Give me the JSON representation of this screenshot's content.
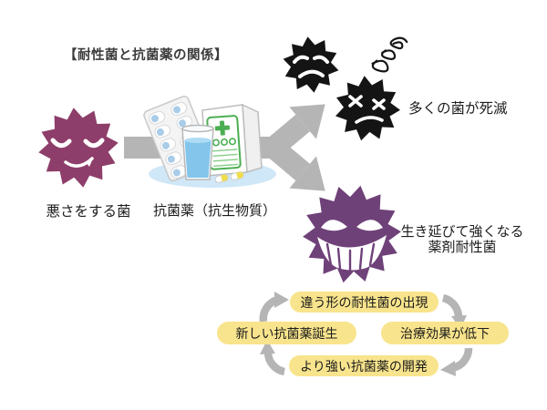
{
  "title": "【耐性菌と抗菌薬の関係】",
  "flow": {
    "bad_bacteria_label": "悪さをする菌",
    "antibiotic_label": "抗菌薬（抗生物質）",
    "killed_label": "多くの菌が死滅",
    "survivor_label_line1": "生き延びて強くなる",
    "survivor_label_line2": "薬剤耐性菌"
  },
  "cycle": {
    "top": "違う形の耐性菌の出現",
    "right": "治療効果が低下",
    "bottom": "より強い抗菌薬の開発",
    "left": "新しい抗菌薬誕生"
  },
  "icons": {
    "bad_bacteria": "sleepy-germ-icon",
    "dead_bacteria_1": "distressed-germ-icon",
    "dead_bacteria_2": "x-eyes-germ-icon",
    "dizzy": "dizzy-swirl-icon",
    "resistant_bacteria": "grinning-germ-icon",
    "medicine": "medicine-set-icon",
    "split_arrow": "fork-arrow-icon",
    "cycle_arrows": "circular-arrows-icon"
  },
  "colors": {
    "bad_bacteria": "#8e3e6a",
    "dead_bacteria": "#141414",
    "resistant_bacteria": "#6f4179",
    "arrow_gray": "#b5b5b5",
    "cycle_pill": "#f8e48c",
    "water_blue": "#84c5ec",
    "tray_blue": "#cfe7f7",
    "pharmacy_green": "#4cae52",
    "pharmacy_green_light": "#86cd88",
    "tablet_blue": "#a9cce9",
    "capsule_yellow": "#f0dd4e",
    "text_dark": "#1c1c1c"
  }
}
